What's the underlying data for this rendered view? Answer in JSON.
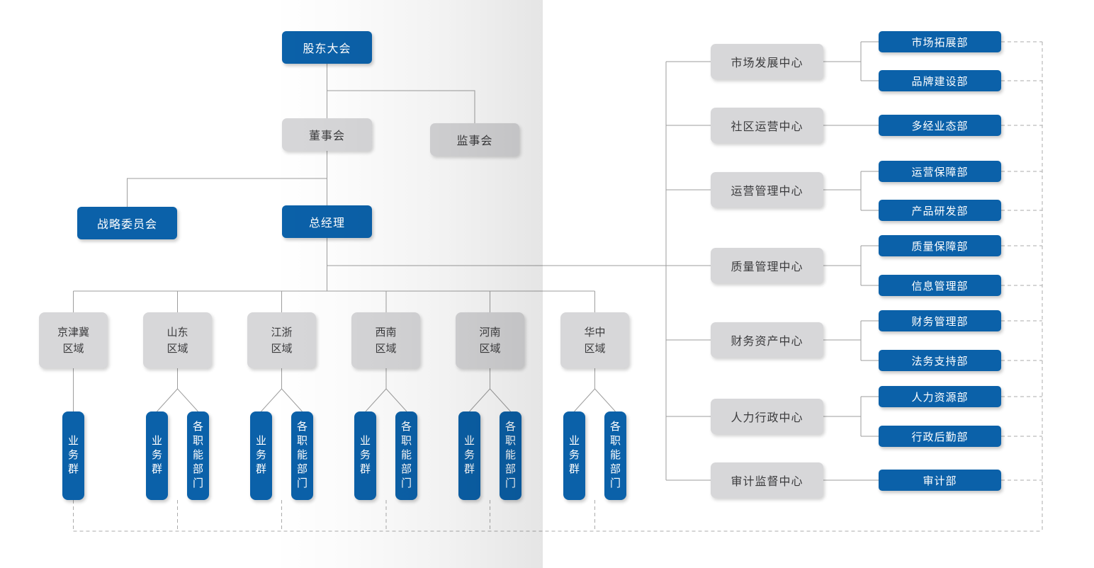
{
  "palette": {
    "accent_blue": "#0b61a9",
    "box_gray": "#d7d7d9",
    "text_dark": "#3b3b3d",
    "text_light": "#ffffff",
    "solid_line": "#9e9e9e",
    "dashed_line": "#ababab"
  },
  "org": {
    "top": {
      "shareholders": "股东大会",
      "board": "董事会",
      "supervisory": "监事会",
      "strategy": "战略委员会",
      "gm": "总经理"
    },
    "regions": [
      {
        "label": "京津冀\n区域",
        "children": [
          "业务群"
        ]
      },
      {
        "label": "山东\n区域",
        "children": [
          "业务群",
          "各职能部门"
        ]
      },
      {
        "label": "江浙\n区域",
        "children": [
          "业务群",
          "各职能部门"
        ]
      },
      {
        "label": "西南\n区域",
        "children": [
          "业务群",
          "各职能部门"
        ]
      },
      {
        "label": "河南\n区域",
        "children": [
          "业务群",
          "各职能部门"
        ]
      },
      {
        "label": "华中\n区域",
        "children": [
          "业务群",
          "各职能部门"
        ]
      }
    ],
    "centers": [
      {
        "label": "市场发展中心",
        "departments": [
          "市场拓展部",
          "品牌建设部"
        ]
      },
      {
        "label": "社区运营中心",
        "departments": [
          "多经业态部"
        ]
      },
      {
        "label": "运营管理中心",
        "departments": [
          "运营保障部",
          "产品研发部"
        ]
      },
      {
        "label": "质量管理中心",
        "departments": [
          "质量保障部",
          "信息管理部"
        ]
      },
      {
        "label": "财务资产中心",
        "departments": [
          "财务管理部",
          "法务支持部"
        ]
      },
      {
        "label": "人力行政中心",
        "departments": [
          "人力资源部",
          "行政后勤部"
        ]
      },
      {
        "label": "审计监督中心",
        "departments": [
          "审计部"
        ]
      }
    ]
  }
}
